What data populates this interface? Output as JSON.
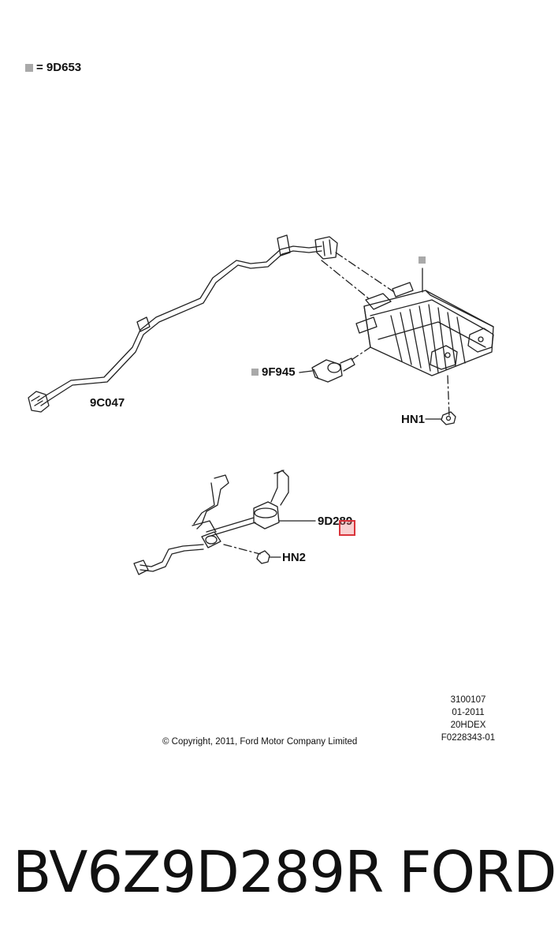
{
  "legend": {
    "symbol_color": "#a9a9a9",
    "text": "= 9D653"
  },
  "callouts": {
    "vapor_line_upper": "9C047",
    "purge_valve": "9F945",
    "nut_1": "HN1",
    "filter_assembly": "9D289",
    "nut_2": "HN2"
  },
  "info_block": [
    "3100107",
    "01-2011",
    "20HDEX",
    "F0228343-01"
  ],
  "copyright": "© Copyright, 2011, Ford Motor Company Limited",
  "footer": {
    "part_number": "BV6Z9D289R",
    "brand": "FORD"
  },
  "colors": {
    "line": "#222222",
    "marker": "#a9a9a9",
    "highlight": "#d9343b"
  }
}
